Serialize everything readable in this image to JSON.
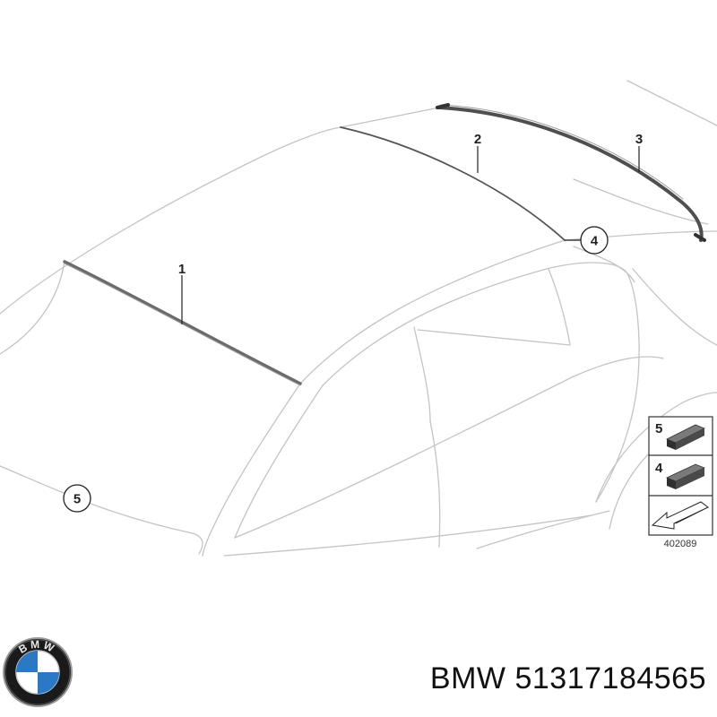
{
  "diagram": {
    "callouts": [
      {
        "id": "1",
        "label": "1",
        "circled": false
      },
      {
        "id": "2",
        "label": "2",
        "circled": false
      },
      {
        "id": "3",
        "label": "3",
        "circled": false
      },
      {
        "id": "4",
        "label": "4",
        "circled": true
      },
      {
        "id": "5",
        "label": "5",
        "circled": true
      }
    ],
    "legend": {
      "items": [
        {
          "label": "5"
        },
        {
          "label": "4"
        }
      ],
      "reference_code": "402089"
    }
  },
  "logo": {
    "brand_text": "BMW"
  },
  "footer": {
    "brand": "BMW",
    "part_number": "51317184565"
  },
  "colors": {
    "outline": "#bdbdbd",
    "part": "#6a6a6a",
    "text": "#111111"
  }
}
